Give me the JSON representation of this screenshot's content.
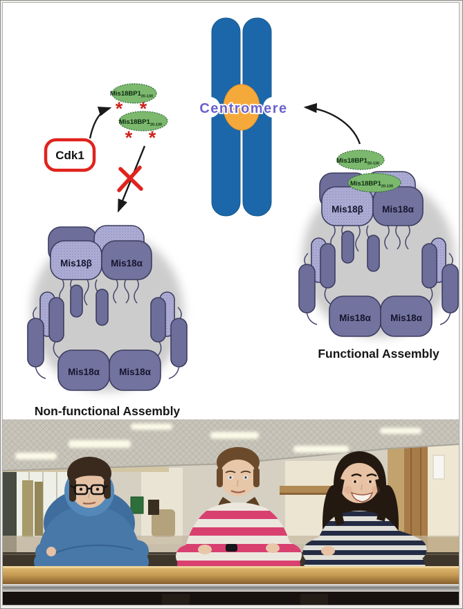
{
  "diagram": {
    "kinase_label": "Cdk1",
    "bp1_label": "Mis18BP1",
    "bp1_subscript": "20-130",
    "phospho_mark": "*",
    "centromere_label": "Centromere",
    "nonfunctional": {
      "caption": "Non-functional Assembly",
      "top_left": "Mis18β",
      "top_right": "Mis18α",
      "bottom_left": "Mis18α",
      "bottom_right": "Mis18α"
    },
    "functional": {
      "caption": "Functional Assembly",
      "top_left": "Mis18β",
      "top_right": "Mis18α",
      "bottom_left": "Mis18α",
      "bottom_right": "Mis18α"
    },
    "colors": {
      "subunit_dark": "#73739f",
      "subunit_light": "#aeaed6",
      "subunit_outline": "#3c3c60",
      "bp1_green": "#7cb96e",
      "phospho_red": "#cf231d",
      "kinase_outline_red": "#e0231c",
      "chromatid_blue": "#1c67a9",
      "centromere_orange": "#f6a93b",
      "centromere_text": "#6a62cc"
    }
  },
  "photo": {
    "colors": {
      "ceiling_gray": "#c9c5bb",
      "hoodie_blue": "#4878a8",
      "stripe_pink": "#d84070",
      "stripe_navy": "#232c44",
      "table_wood": "#c59a52",
      "chrome_rail": "#bfbfbd",
      "skin": "#e5c1a4"
    }
  }
}
